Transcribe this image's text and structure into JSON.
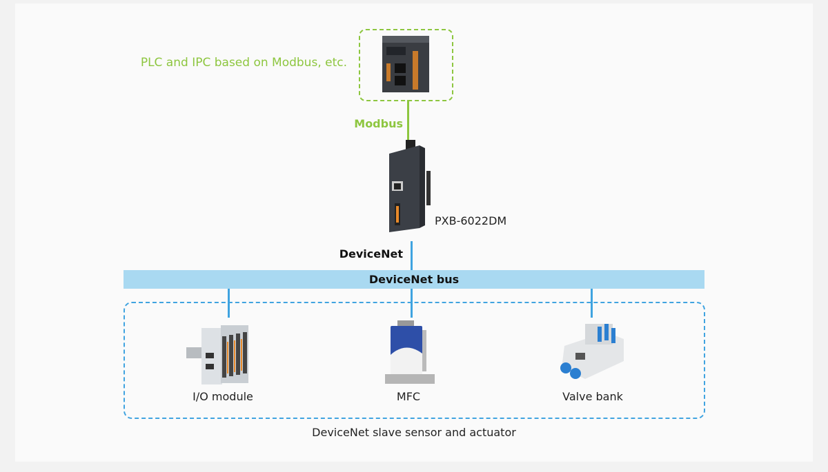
{
  "top": {
    "host_label": "PLC and IPC based on Modbus, etc.",
    "modbus_label": "Modbus",
    "gateway_label": "PXB-6022DM",
    "devicenet_label": "DeviceNet"
  },
  "bus": {
    "label": "DeviceNet bus"
  },
  "slaves": {
    "items": [
      {
        "label": "I/O module",
        "icon": "io-module-image"
      },
      {
        "label": "MFC",
        "icon": "mfc-image"
      },
      {
        "label": "Valve bank",
        "icon": "valve-bank-image"
      }
    ],
    "caption": "DeviceNet slave sensor and actuator"
  },
  "colors": {
    "modbus": "#8dc63f",
    "devicenet": "#3fa3e0",
    "bus": "#a9d9f1"
  }
}
